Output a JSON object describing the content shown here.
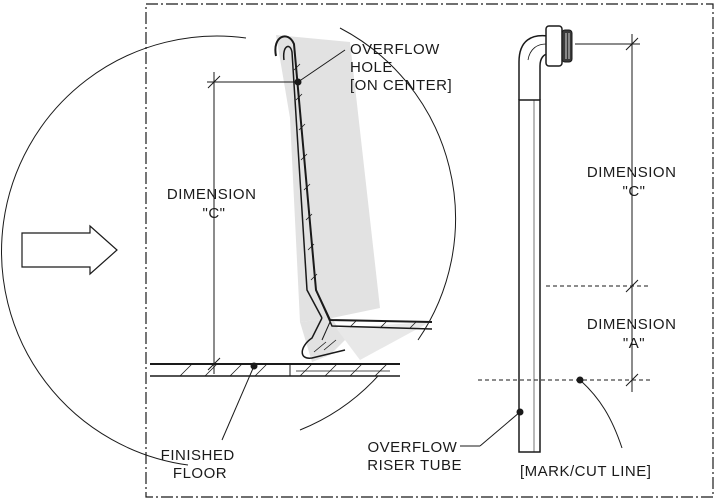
{
  "diagram": {
    "arrow_icon": "right-arrow-outline-icon",
    "left_detail": {
      "overflow_hole": [
        "OVERFLOW",
        "HOLE",
        "[ON CENTER]"
      ],
      "dimension_c": [
        "DIMENSION",
        "\"C\""
      ],
      "finished_floor": [
        "FINISHED",
        "FLOOR"
      ]
    },
    "right_detail": {
      "dimension_c": [
        "DIMENSION",
        "\"C\""
      ],
      "dimension_a": [
        "DIMENSION",
        "\"A\""
      ],
      "riser_tube": [
        "OVERFLOW",
        "RISER TUBE"
      ],
      "cut_line": "[MARK/CUT LINE]"
    },
    "colors": {
      "line": "#1a1a1a",
      "shade": "#e2e2e2",
      "background": "#ffffff"
    }
  }
}
